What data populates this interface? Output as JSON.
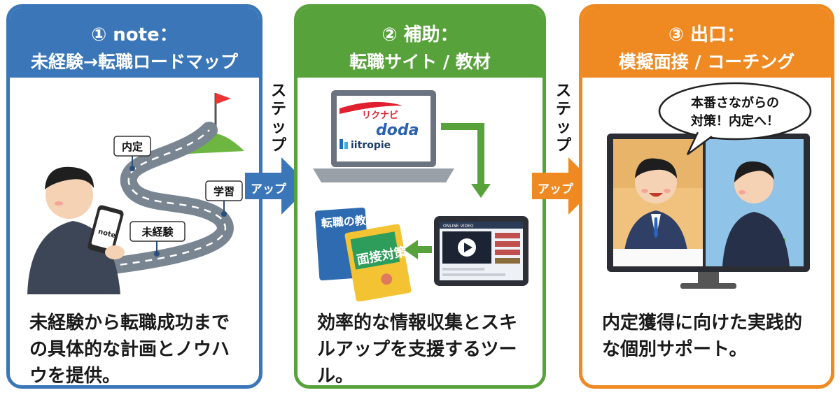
{
  "panels": [
    {
      "title_line1": "① note：",
      "title_line2": "未経験→転職ロードマップ",
      "description": "未経験から転職成功までの具体的な計画とノウハウを提供。",
      "labels": {
        "goal": "内定",
        "study": "学習",
        "start": "未経験"
      },
      "phone_text": "note",
      "color": "#3b77b8"
    },
    {
      "title_line1": "② 補助：",
      "title_line2": "転職サイト / 教材",
      "description": "効率的な情報収集とスキルアップを支援するツール。",
      "logos": [
        "リクナビ",
        "doda",
        "iitropie"
      ],
      "book1": "転職の教科書",
      "book2": "面接対策",
      "video_label": "ONLINE VIDEO",
      "color": "#58a23c"
    },
    {
      "title_line1": "③ 出口：",
      "title_line2": "模擬面接 / コーチング",
      "description": "内定獲得に向けた実践的な個別サポート。",
      "speech_line1": "本番さながらの",
      "speech_line2": "対策！内定へ！",
      "color": "#ef8a23"
    }
  ],
  "connectors": [
    {
      "vertical": "ステップ",
      "arrow": "アップ",
      "color": "#3b77b8"
    },
    {
      "vertical": "ステップ",
      "arrow": "アップ",
      "color": "#ef8a23"
    }
  ]
}
